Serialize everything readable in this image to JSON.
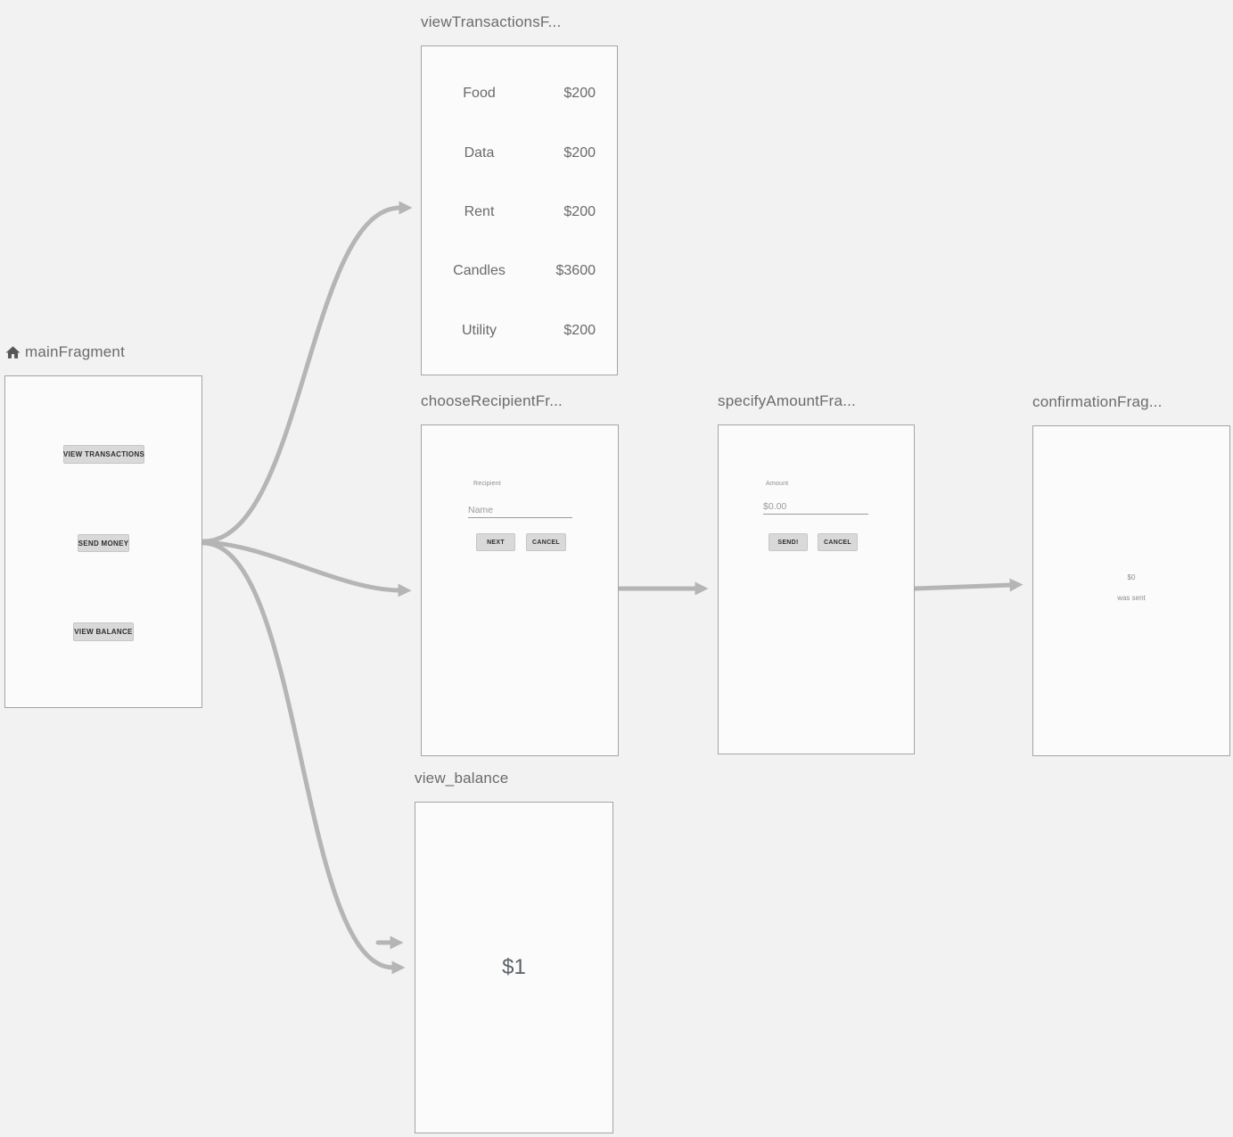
{
  "editor": {
    "background_color": "#f2f2f2",
    "arrow_color": "#b5b5b5",
    "panel_fill": "#fbfbfb",
    "panel_border_color": "#a4a4a4"
  },
  "fragments": {
    "main": {
      "title": "mainFragment",
      "home_icon": "home-icon",
      "buttons": {
        "view_transactions": "VIEW TRANSACTIONS",
        "send_money": "SEND MONEY",
        "view_balance": "VIEW BALANCE"
      }
    },
    "view_transactions": {
      "title": "viewTransactionsF...",
      "rows": [
        {
          "label": "Food",
          "amount": "$200"
        },
        {
          "label": "Data",
          "amount": "$200"
        },
        {
          "label": "Rent",
          "amount": "$200"
        },
        {
          "label": "Candles",
          "amount": "$3600"
        },
        {
          "label": "Utility",
          "amount": "$200"
        }
      ]
    },
    "choose_recipient": {
      "title": "chooseRecipientFr...",
      "field_label": "Recipient",
      "field_hint": "Name",
      "next_button": "NEXT",
      "cancel_button": "CANCEL"
    },
    "specify_amount": {
      "title": "specifyAmountFra...",
      "field_label": "Amount",
      "field_hint": "$0.00",
      "send_button": "SEND!",
      "cancel_button": "CANCEL"
    },
    "confirmation": {
      "title": "confirmationFrag...",
      "amount": "$0",
      "message": "was sent"
    },
    "view_balance": {
      "title": "view_balance",
      "balance": "$1"
    }
  }
}
